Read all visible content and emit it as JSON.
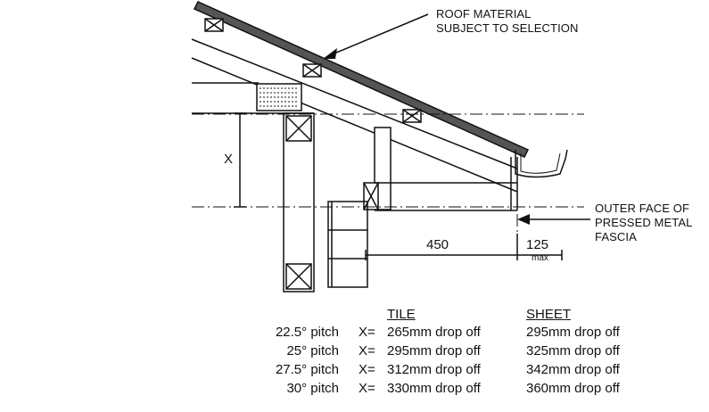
{
  "labels": {
    "roof_material_line1": "ROOF MATERIAL",
    "roof_material_line2": "SUBJECT TO SELECTION",
    "fascia_line1": "OUTER FACE OF",
    "fascia_line2": "PRESSED METAL",
    "fascia_line3": "FASCIA",
    "dim_x": "X",
    "dim_450": "450",
    "dim_125": "125",
    "dim_max": "max"
  },
  "table": {
    "col_tile": "TILE",
    "col_sheet": "SHEET",
    "x_label": "X=",
    "rows": [
      {
        "pitch": "22.5° pitch",
        "tile": "265mm drop off",
        "sheet": "295mm drop off"
      },
      {
        "pitch": "25° pitch",
        "tile": "295mm drop off",
        "sheet": "325mm drop off"
      },
      {
        "pitch": "27.5° pitch",
        "tile": "312mm drop off",
        "sheet": "342mm drop off"
      },
      {
        "pitch": "30° pitch",
        "tile": "330mm drop off",
        "sheet": "360mm drop off"
      }
    ]
  }
}
